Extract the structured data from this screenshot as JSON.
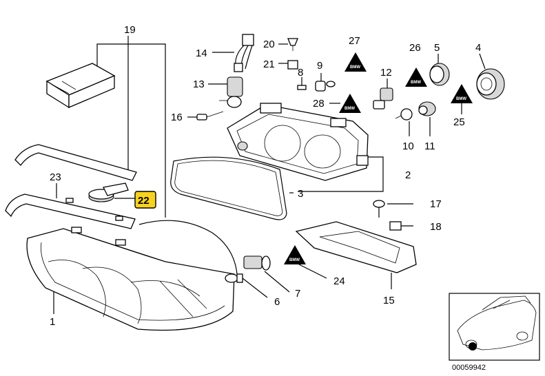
{
  "diagram": {
    "reference_code": "00059942",
    "callouts": [
      {
        "id": "c1",
        "label": "1"
      },
      {
        "id": "c2",
        "label": "2"
      },
      {
        "id": "c3",
        "label": "3"
      },
      {
        "id": "c4",
        "label": "4"
      },
      {
        "id": "c5",
        "label": "5"
      },
      {
        "id": "c6",
        "label": "6"
      },
      {
        "id": "c7",
        "label": "7"
      },
      {
        "id": "c8",
        "label": "8"
      },
      {
        "id": "c9",
        "label": "9"
      },
      {
        "id": "c10",
        "label": "10"
      },
      {
        "id": "c11",
        "label": "11"
      },
      {
        "id": "c12",
        "label": "12"
      },
      {
        "id": "c13",
        "label": "13"
      },
      {
        "id": "c14",
        "label": "14"
      },
      {
        "id": "c15",
        "label": "15"
      },
      {
        "id": "c16",
        "label": "16"
      },
      {
        "id": "c17",
        "label": "17"
      },
      {
        "id": "c18",
        "label": "18"
      },
      {
        "id": "c19",
        "label": "19"
      },
      {
        "id": "c20",
        "label": "20"
      },
      {
        "id": "c21",
        "label": "21"
      },
      {
        "id": "c22",
        "label": "22",
        "highlighted": true,
        "highlight_color": "#f7d21c"
      },
      {
        "id": "c23",
        "label": "23"
      },
      {
        "id": "c24",
        "label": "24"
      },
      {
        "id": "c25",
        "label": "25"
      },
      {
        "id": "c26",
        "label": "26"
      },
      {
        "id": "c27",
        "label": "27"
      },
      {
        "id": "c28",
        "label": "28"
      }
    ],
    "warning_tag": "BMW"
  }
}
